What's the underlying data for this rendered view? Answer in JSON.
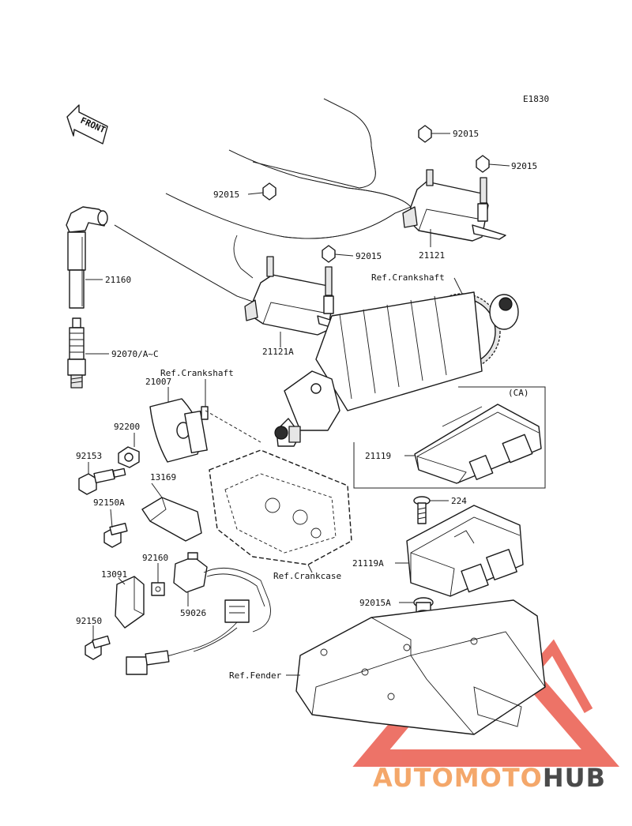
{
  "diagram": {
    "code": "E1830",
    "front_label": "FRONT",
    "group_label": "(CA)",
    "part_labels": {
      "p92015_a": "92015",
      "p92015_b": "92015",
      "p92015_c": "92015",
      "p92015_d": "92015",
      "p21121": "21121",
      "p21121a": "21121A",
      "p21160": "21160",
      "p92070": "92070/A~C",
      "p21007": "21007",
      "p92200": "92200",
      "p92153": "92153",
      "p13169": "13169",
      "p92150a": "92150A",
      "p92160": "92160",
      "p13091": "13091",
      "p92150": "92150",
      "p59026": "59026",
      "p21119": "21119",
      "p224": "224",
      "p21119a": "21119A",
      "p92015a": "92015A"
    },
    "ref_labels": {
      "crankshaft_top": "Ref.Crankshaft",
      "crankshaft_mid": "Ref.Crankshaft",
      "crankcase": "Ref.Crankcase",
      "fender": "Ref.Fender"
    }
  },
  "watermark": {
    "part1": "AUTOMOTO",
    "part2": "HUB",
    "color1": "#f4a76a",
    "color2": "#4a4a4a",
    "triangle_color": "#e84c3d"
  }
}
